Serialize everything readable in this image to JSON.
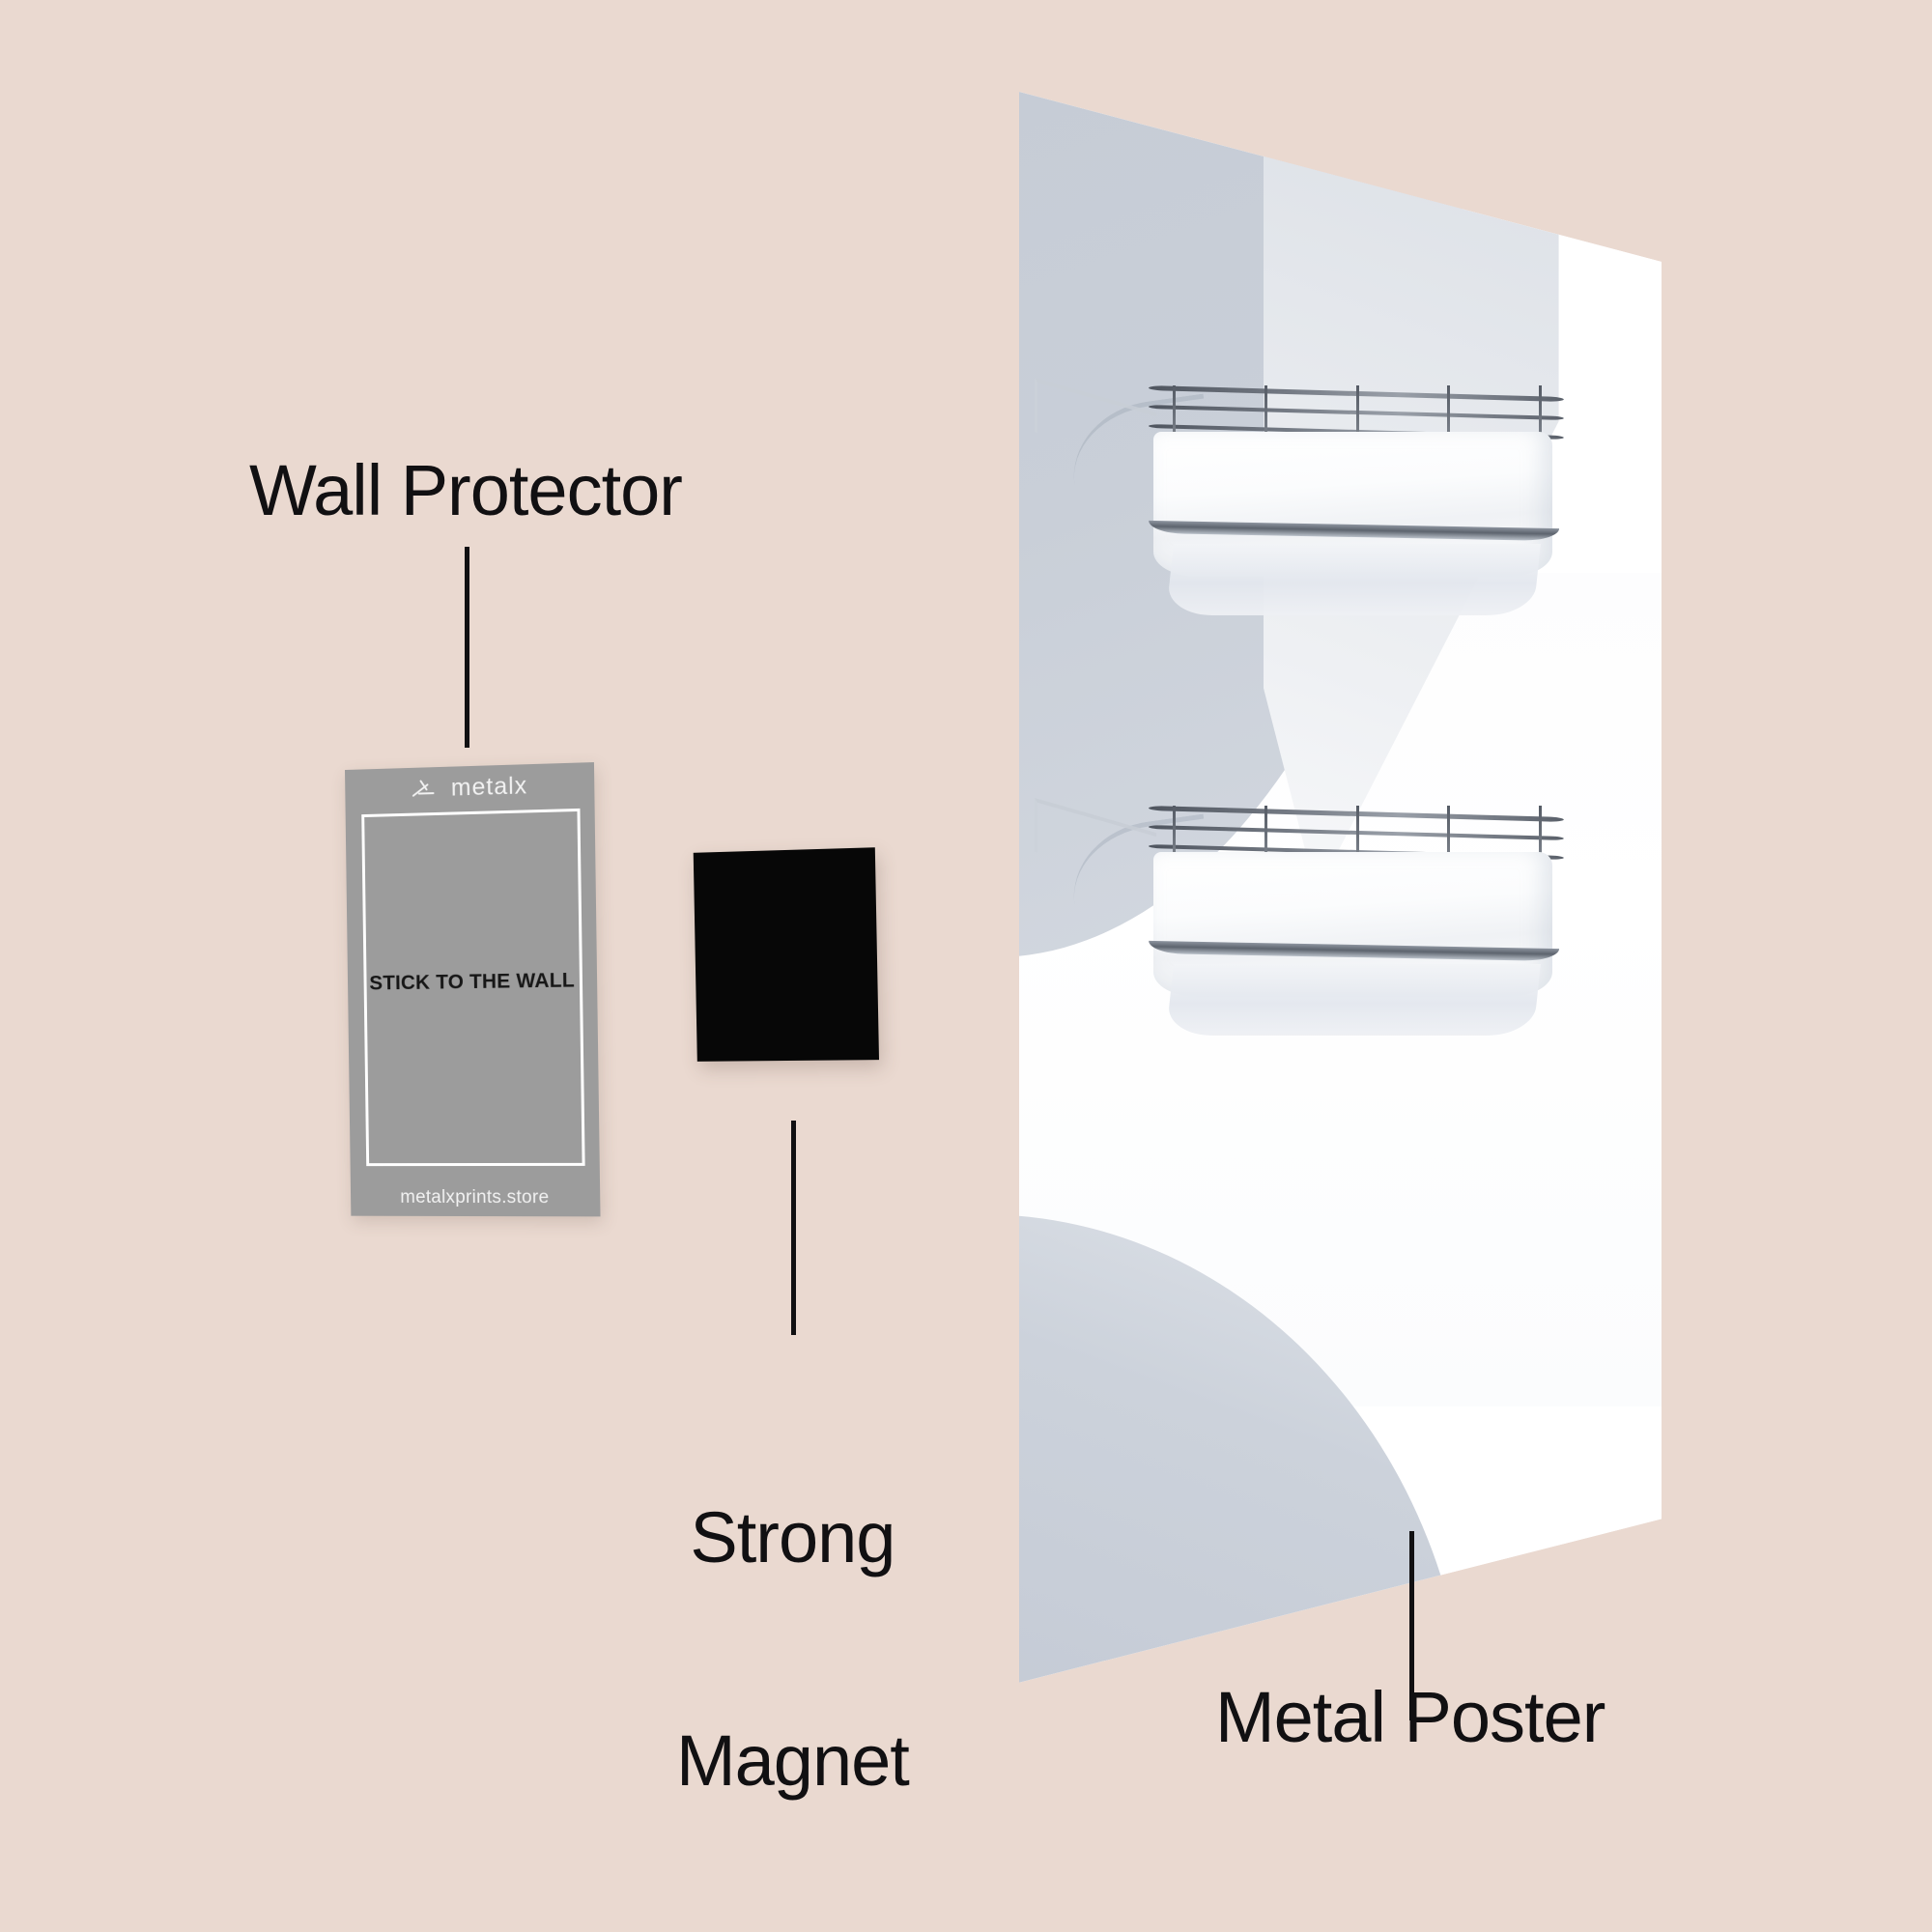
{
  "scene": {
    "background_color": "#ead9d0",
    "type": "product-infographic"
  },
  "labels": {
    "wall_protector": "Wall Protector",
    "strong_magnet_line1": "Strong",
    "strong_magnet_line2": "Magnet",
    "metal_poster": "Metal Poster",
    "text_color": "#111012"
  },
  "wall_protector_card": {
    "brand_name": "metalx",
    "logo_icon": "metalx-pinwheel-icon",
    "headline": "STICK TO THE WALL",
    "url": "metalxprints.store",
    "card_color": "#9c9c9c",
    "frame_color": "#ffffff",
    "headline_color": "#171717",
    "text_color": "#f2f2f2"
  },
  "magnet": {
    "color": "#070707",
    "shape": "rectangle"
  },
  "metal_poster": {
    "artwork_subject": "white curved balconies with metal railings",
    "artwork_palette": [
      "#ffffff",
      "#c6ccd6",
      "#5d646e"
    ],
    "panel_color": "#ffffff"
  }
}
